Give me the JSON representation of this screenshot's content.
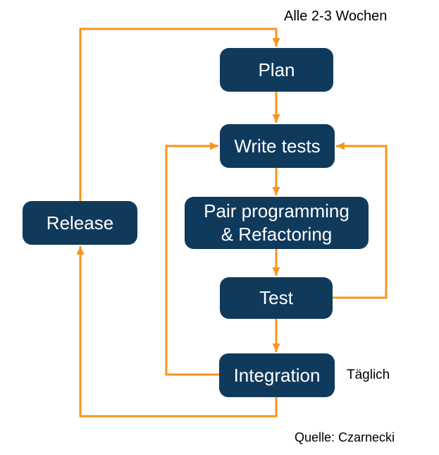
{
  "diagram": {
    "type": "flowchart",
    "colors": {
      "node_fill": "#103a5c",
      "node_text": "#ffffff",
      "arrow": "#f7941e",
      "label_text": "#000000",
      "background": "#ffffff"
    },
    "nodes": {
      "plan": {
        "label": "Plan"
      },
      "write_tests": {
        "label": "Write tests"
      },
      "pair": {
        "label_line1": "Pair programming",
        "label_line2": "& Refactoring"
      },
      "test": {
        "label": "Test"
      },
      "integration": {
        "label": "Integration"
      },
      "release": {
        "label": "Release"
      }
    },
    "annotations": {
      "cycle_label": "Alle 2-3 Wochen",
      "daily_label": "Täglich",
      "source_label": "Quelle: Czarnecki"
    },
    "edges": [
      {
        "from": "Plan",
        "to": "Write tests"
      },
      {
        "from": "Write tests",
        "to": "Pair programming & Refactoring"
      },
      {
        "from": "Pair programming & Refactoring",
        "to": "Test"
      },
      {
        "from": "Test",
        "to": "Integration"
      },
      {
        "from": "Test",
        "to": "Write tests"
      },
      {
        "from": "Integration",
        "to": "Write tests"
      },
      {
        "from": "Integration",
        "to": "Release"
      },
      {
        "from": "Release",
        "to": "Plan"
      }
    ]
  }
}
